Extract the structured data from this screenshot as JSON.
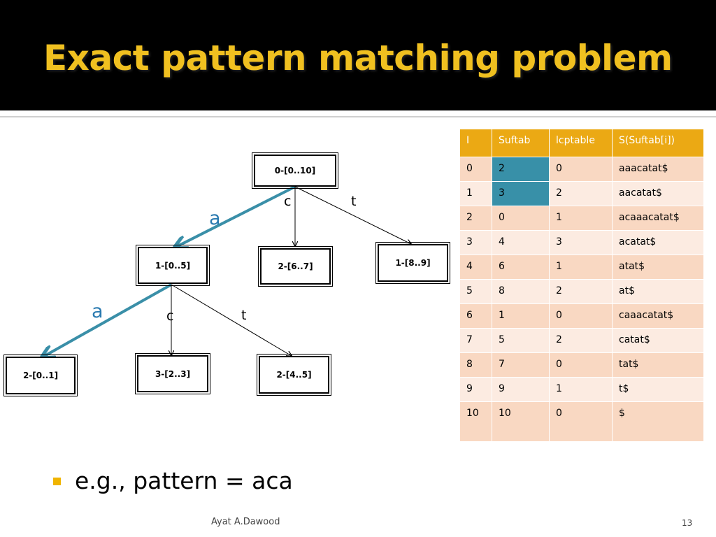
{
  "title": "Exact pattern matching problem",
  "tree": {
    "nodes": {
      "root": "0-[0..10]",
      "a1": "1-[0..5]",
      "c1": "2-[6..7]",
      "t1": "1-[8..9]",
      "a2": "2-[0..1]",
      "c2": "3-[2..3]",
      "t2": "2-[4..5]"
    },
    "edge_labels": {
      "root_a": "a",
      "root_c": "c",
      "root_t": "t",
      "n1_a": "a",
      "n1_c": "c",
      "n1_t": "t"
    },
    "highlight_color": "#3a8fa8"
  },
  "table": {
    "headers": [
      "I",
      "Suftab",
      "lcptable",
      "S(Suftab[i])"
    ],
    "rows": [
      [
        "0",
        "2",
        "0",
        "aaacatat$"
      ],
      [
        "1",
        "3",
        "2",
        "aacatat$"
      ],
      [
        "2",
        "0",
        "1",
        "acaaacatat$"
      ],
      [
        "3",
        "4",
        "3",
        "acatat$"
      ],
      [
        "4",
        "6",
        "1",
        "atat$"
      ],
      [
        "5",
        "8",
        "2",
        "at$"
      ],
      [
        "6",
        "1",
        "0",
        "caaacatat$"
      ],
      [
        "7",
        "5",
        "2",
        "catat$"
      ],
      [
        "8",
        "7",
        "0",
        "tat$"
      ],
      [
        "9",
        "9",
        "1",
        "t$"
      ],
      [
        "10",
        "10",
        "0",
        "$"
      ]
    ],
    "header_color": "#eba914",
    "highlight_color": "#3890a8"
  },
  "bullet": "e.g., pattern = aca",
  "footer": {
    "author": "Ayat A.Dawood",
    "page": "13"
  }
}
